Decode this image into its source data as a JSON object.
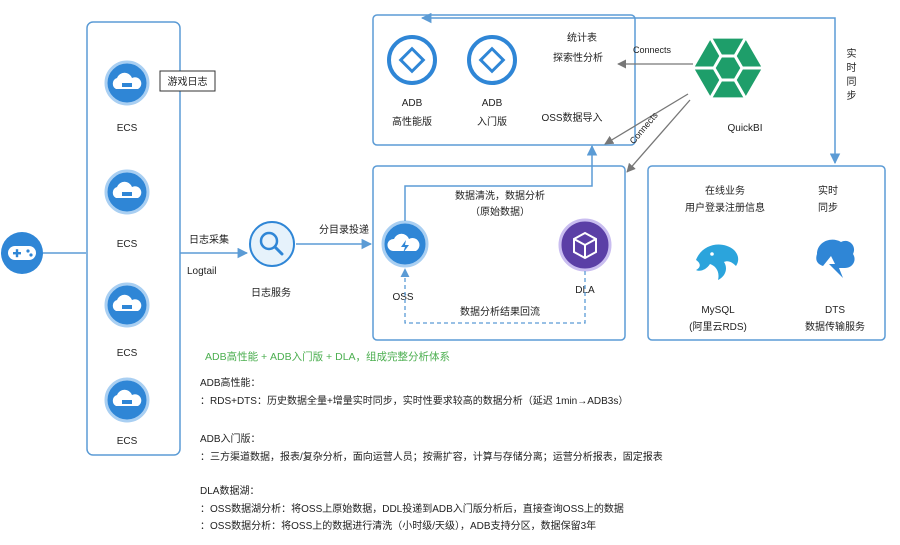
{
  "colors": {
    "accent": "#2F86D6",
    "box_stroke": "#5B9BD5",
    "dla": "#5B3FA6",
    "quickbi": "#1E9E6A",
    "mysql": "#2BA4DC",
    "highlight_text": "#4CAF50"
  },
  "icons": {
    "client": "gamepad-icon",
    "server": "cloud-server-icon",
    "log_service": "magnifier-icon",
    "oss": "oss-cloud-icon",
    "dla": "cube-icon",
    "adb": "diamond-icon",
    "bi": "quickbi-hex-icon",
    "mysql": "dolphin-icon",
    "dts": "dts-transfer-icon"
  },
  "sources": {
    "tag": "游戏日志",
    "servers": [
      {
        "label": "ECS"
      },
      {
        "label": "ECS"
      },
      {
        "label": "ECS"
      },
      {
        "label": "ECS"
      }
    ]
  },
  "collect": {
    "label_top": "日志采集",
    "label_bottom": "Logtail"
  },
  "log_service": {
    "label": "日志服务"
  },
  "deliver": {
    "label": "分目录投递"
  },
  "lake": {
    "oss_label": "OSS",
    "dla_label": "DLA",
    "process_line1": "数据清洗，数据分析",
    "process_line2": "（原始数据）",
    "return_label": "数据分析结果回流"
  },
  "warehouse": {
    "adb1_name": "ADB",
    "adb1_edition": "高性能版",
    "adb2_name": "ADB",
    "adb2_edition": "入门版",
    "report_line1": "统计表",
    "report_line2": "探索性分析",
    "import_label": "OSS数据导入"
  },
  "bi": {
    "label": "QuickBI",
    "connect_label": "Connects",
    "connect_label_diag": "Connects"
  },
  "sync": {
    "label": "实时同步"
  },
  "online": {
    "title1": "在线业务",
    "title2": "用户登录注册信息",
    "sync_title1": "实时",
    "sync_title2": "同步",
    "mysql_name": "MySQL",
    "mysql_sub": "(阿里云RDS)",
    "dts_name": "DTS",
    "dts_sub": "数据传输服务"
  },
  "notes": {
    "summary": "ADB高性能 + ADB入门版 + DLA，组成完整分析体系",
    "adb_perf_title": "ADB高性能：",
    "adb_perf_line": "：RDS+DTS：历史数据全量+增量实时同步，实时性要求较高的数据分析（延迟 1min→ADB3s）",
    "adb_basic_title": "ADB入门版：",
    "adb_basic_line": "：三方渠道数据，报表/复杂分析，面向运营人员；按需扩容，计算与存储分离；运营分析报表，固定报表",
    "dla_title": "DLA数据湖：",
    "dla_line1": "：OSS数据湖分析：将OSS上原始数据，DDL投递到ADB入门版分析后，直接查询OSS上的数据",
    "dla_line2": "：OSS数据分析：将OSS上的数据进行清洗（小时级/天级），ADB支持分区，数据保留3年"
  }
}
